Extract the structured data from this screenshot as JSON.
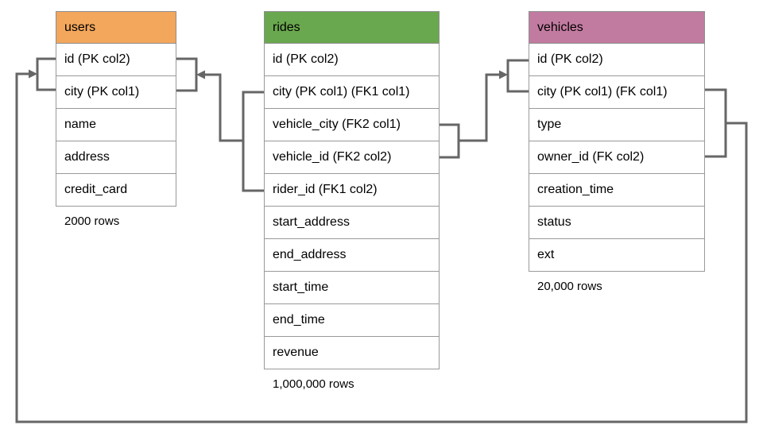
{
  "diagram": {
    "line_color": "#666666",
    "tables": [
      {
        "name": "users",
        "header_color": "#f3a75c",
        "columns": [
          "id (PK col2)",
          "city (PK col1)",
          "name",
          "address",
          "credit_card"
        ],
        "row_count_label": "2000 rows"
      },
      {
        "name": "rides",
        "header_color": "#6aa84f",
        "columns": [
          "id (PK col2)",
          "city (PK col1) (FK1 col1)",
          "vehicle_city (FK2 col1)",
          "vehicle_id (FK2 col2)",
          "rider_id (FK1 col2)",
          "start_address",
          "end_address",
          "start_time",
          "end_time",
          "revenue"
        ],
        "row_count_label": "1,000,000 rows"
      },
      {
        "name": "vehicles",
        "header_color": "#c27ba0",
        "columns": [
          "id (PK col2)",
          "city (PK col1) (FK col1)",
          "type",
          "owner_id (FK col2)",
          "creation_time",
          "status",
          "ext"
        ],
        "row_count_label": "20,000 rows"
      }
    ],
    "relationships": [
      {
        "from": "rides (city FK1 col1, rider_id FK1 col2)",
        "to": "users (id, city)"
      },
      {
        "from": "rides (vehicle_city FK2 col1, vehicle_id FK2 col2)",
        "to": "vehicles (id, city)"
      },
      {
        "from": "vehicles (city FK col1, owner_id FK col2)",
        "to": "users (id, city)"
      }
    ]
  }
}
